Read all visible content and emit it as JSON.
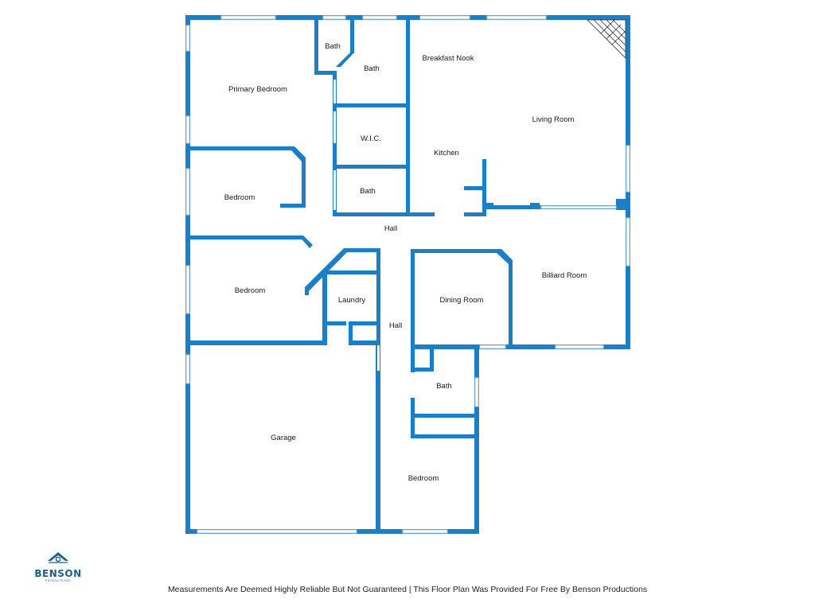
{
  "rooms": [
    {
      "id": "primary-bedroom",
      "label": "Primary Bedroom"
    },
    {
      "id": "bath-1",
      "label": "Bath"
    },
    {
      "id": "bath-2",
      "label": "Bath"
    },
    {
      "id": "breakfast-nook",
      "label": "Breakfast Nook"
    },
    {
      "id": "living-room",
      "label": "Living Room"
    },
    {
      "id": "wic",
      "label": "W.I.C."
    },
    {
      "id": "kitchen",
      "label": "Kitchen"
    },
    {
      "id": "bedroom-1",
      "label": "Bedroom"
    },
    {
      "id": "bath-3",
      "label": "Bath"
    },
    {
      "id": "hall-1",
      "label": "Hall"
    },
    {
      "id": "billiard-room",
      "label": "Billiard Room"
    },
    {
      "id": "bedroom-2",
      "label": "Bedroom"
    },
    {
      "id": "laundry",
      "label": "Laundry"
    },
    {
      "id": "dining-room",
      "label": "Dining Room"
    },
    {
      "id": "hall-2",
      "label": "Hall"
    },
    {
      "id": "bath-4",
      "label": "Bath"
    },
    {
      "id": "garage",
      "label": "Garage"
    },
    {
      "id": "bedroom-3",
      "label": "Bedroom"
    }
  ],
  "logo": {
    "name": "BENSON",
    "sub": "PRODUCTIONS"
  },
  "footer": {
    "text": "Measurements Are Deemed Highly Reliable But Not Guaranteed | This Floor Plan Was Provided For Free By Benson Productions"
  },
  "colors": {
    "wall": "#1c7fc6",
    "logo": "#1c5e8e"
  }
}
